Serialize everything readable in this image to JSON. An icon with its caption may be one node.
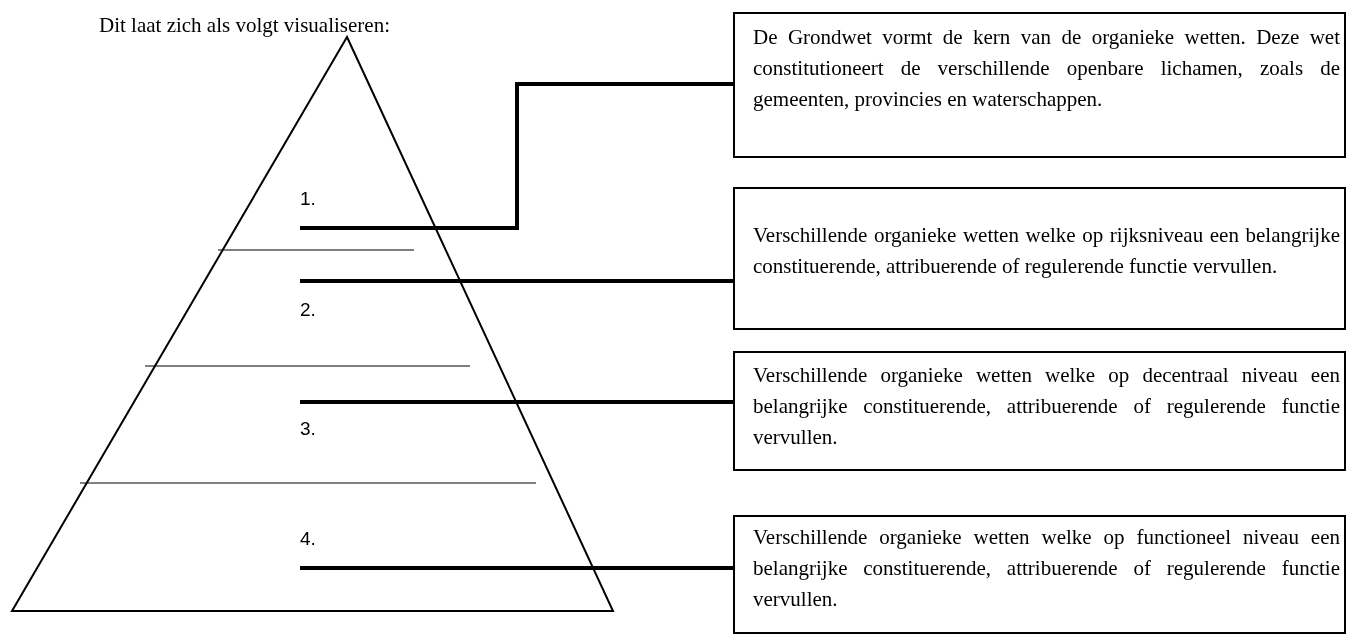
{
  "diagram": {
    "title": "Dit laat zich als volgt visualiseren:",
    "nodes": [
      {
        "text": [
          "1."
        ]
      },
      {
        "text": [
          "2."
        ]
      },
      {
        "text": [
          "3."
        ]
      },
      {
        "text": [
          "4."
        ]
      },
      {
        "text": [
          "De Grondwet vormt de kern van de organieke wetten. Deze wet constitutioneert de verschillende openbare lichamen, zoals de gemeenten, provincies en waterschappen."
        ]
      },
      {
        "text": [
          "Verschillende organieke wetten welke op rijksniveau een belangrijke constituerende, attribuerende of regulerende functie vervullen."
        ]
      },
      {
        "text": [
          "Verschillende organieke wetten welke op decentraal niveau een belangrijke constituerende, attribuerende of regulerende functie vervullen."
        ]
      },
      {
        "text": [
          "Verschillende organieke wetten welke op functioneel niveau een belangrijke constituerende, attribuerende of regulerende functie vervullen."
        ]
      }
    ],
    "edges": [
      {
        "from": 0,
        "to": 4,
        "arrow": "none"
      },
      {
        "from": 1,
        "to": 5,
        "arrow": "none"
      },
      {
        "from": 2,
        "to": 6,
        "arrow": "none"
      },
      {
        "from": 3,
        "to": 7,
        "arrow": "none"
      }
    ]
  }
}
